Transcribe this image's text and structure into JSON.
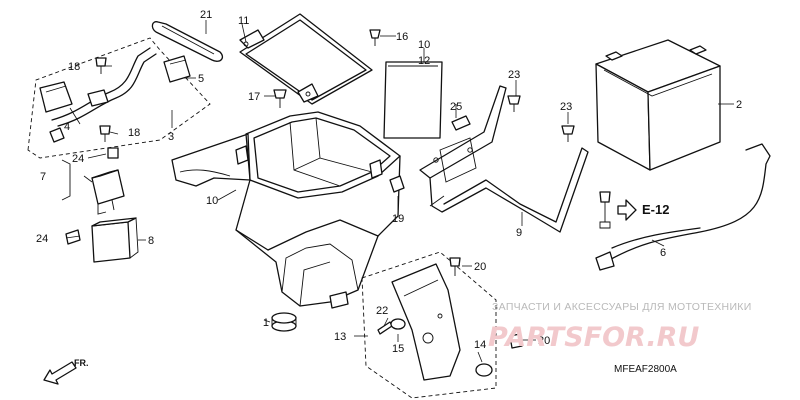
{
  "diagram": {
    "code": "MFEAF2800A",
    "front_label": "FR.",
    "ref_label": "E-12",
    "callouts": [
      {
        "id": "1",
        "label": "1"
      },
      {
        "id": "2",
        "label": "2"
      },
      {
        "id": "3",
        "label": "3"
      },
      {
        "id": "4",
        "label": "4"
      },
      {
        "id": "5",
        "label": "5"
      },
      {
        "id": "6",
        "label": "6"
      },
      {
        "id": "7",
        "label": "7"
      },
      {
        "id": "8",
        "label": "8"
      },
      {
        "id": "9",
        "label": "9"
      },
      {
        "id": "10a",
        "label": "10"
      },
      {
        "id": "10b",
        "label": "10"
      },
      {
        "id": "11",
        "label": "11"
      },
      {
        "id": "12",
        "label": "12"
      },
      {
        "id": "13",
        "label": "13"
      },
      {
        "id": "14",
        "label": "14"
      },
      {
        "id": "15",
        "label": "15"
      },
      {
        "id": "16",
        "label": "16"
      },
      {
        "id": "17",
        "label": "17"
      },
      {
        "id": "18a",
        "label": "18"
      },
      {
        "id": "18b",
        "label": "18"
      },
      {
        "id": "19",
        "label": "19"
      },
      {
        "id": "20a",
        "label": "20"
      },
      {
        "id": "20b",
        "label": "20"
      },
      {
        "id": "21",
        "label": "21"
      },
      {
        "id": "22",
        "label": "22"
      },
      {
        "id": "23a",
        "label": "23"
      },
      {
        "id": "23b",
        "label": "23"
      },
      {
        "id": "24a",
        "label": "24"
      },
      {
        "id": "24b",
        "label": "24"
      },
      {
        "id": "25",
        "label": "25"
      }
    ]
  },
  "watermark": {
    "text": "ЗАПЧАСТИ И АКСЕССУАРЫ ДЛЯ МОТОТЕХНИКИ",
    "logo": "PARTSFOR.RU"
  }
}
